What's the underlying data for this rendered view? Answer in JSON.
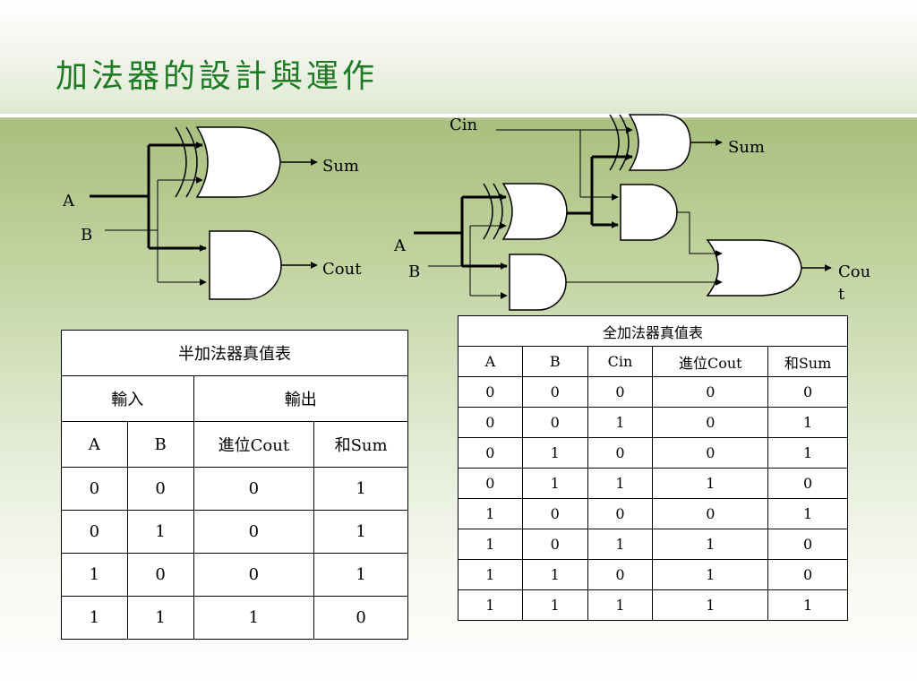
{
  "slide": {
    "title": "加法器的設計與運作"
  },
  "half_adder_diagram": {
    "input_a": "A",
    "input_b": "B",
    "output_sum": "Sum",
    "output_cout": "Cout",
    "gates": [
      "xor-gate",
      "and-gate"
    ]
  },
  "full_adder_diagram": {
    "input_cin": "Cin",
    "input_a": "A",
    "input_b": "B",
    "output_sum": "Sum",
    "output_cout_line1": "Cou",
    "output_cout_line2": "t",
    "gates": [
      "xor-gate",
      "xor-gate",
      "and-gate",
      "and-gate",
      "or-gate"
    ]
  },
  "half_adder_table": {
    "title": "半加法器真值表",
    "group_input": "輸入",
    "group_output": "輸出",
    "headers": [
      "A",
      "B",
      "進位Cout",
      "和Sum"
    ],
    "rows": [
      [
        "0",
        "0",
        "0",
        "1"
      ],
      [
        "0",
        "1",
        "0",
        "1"
      ],
      [
        "1",
        "0",
        "0",
        "1"
      ],
      [
        "1",
        "1",
        "1",
        "0"
      ]
    ]
  },
  "full_adder_table": {
    "title": "全加法器真值表",
    "headers": [
      "A",
      "B",
      "Cin",
      "進位Cout",
      "和Sum"
    ],
    "rows": [
      [
        "0",
        "0",
        "0",
        "0",
        "0"
      ],
      [
        "0",
        "0",
        "1",
        "0",
        "1"
      ],
      [
        "0",
        "1",
        "0",
        "0",
        "1"
      ],
      [
        "0",
        "1",
        "1",
        "1",
        "0"
      ],
      [
        "1",
        "0",
        "0",
        "0",
        "1"
      ],
      [
        "1",
        "0",
        "1",
        "1",
        "0"
      ],
      [
        "1",
        "1",
        "0",
        "1",
        "0"
      ],
      [
        "1",
        "1",
        "1",
        "1",
        "1"
      ]
    ]
  }
}
